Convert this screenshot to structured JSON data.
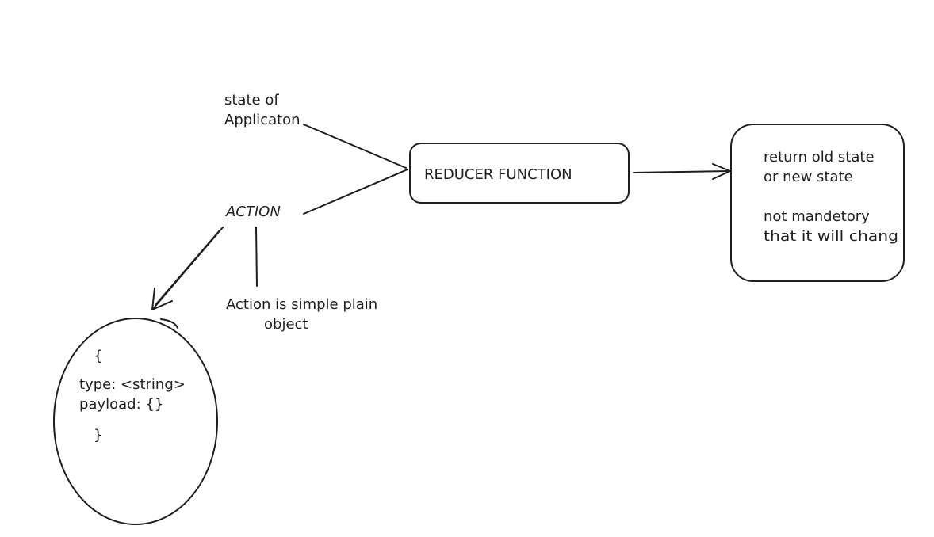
{
  "labels": {
    "state_line1": "state of",
    "state_line2": "Applicaton",
    "action": "ACTION",
    "reducer": "REDUCER FUNCTION",
    "return_line1": "return old state",
    "return_line2": "or new state",
    "note_line1": "not mandetory",
    "note_line2": "that it will chang",
    "action_desc_line1": "Action is simple plain",
    "action_desc_line2": "object",
    "obj_open": "{",
    "obj_type": "type: <string>",
    "obj_payload": "payload: {}",
    "obj_close": "}"
  },
  "colors": {
    "ink": "#1e1e1e",
    "background": "#ffffff"
  }
}
